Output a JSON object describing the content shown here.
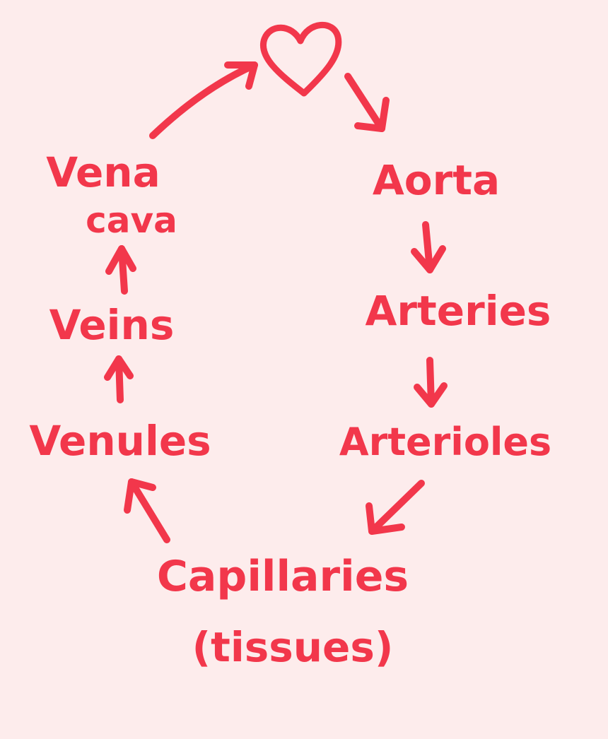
{
  "colors": {
    "background": "#fdecec",
    "ink": "#f2374b"
  },
  "diagram": {
    "type": "cycle",
    "nodes": {
      "heart": {
        "icon": "heart-icon"
      },
      "aorta": "Aorta",
      "arteries": "Arteries",
      "arterioles": "Arterioles",
      "capillaries": {
        "line1": "Capillaries",
        "line2": "(tissues)"
      },
      "venules": "Venules",
      "veins": "Veins",
      "vena_cava": {
        "line1": "Vena",
        "line2": "cava"
      }
    },
    "edges": [
      [
        "heart",
        "aorta"
      ],
      [
        "aorta",
        "arteries"
      ],
      [
        "arteries",
        "arterioles"
      ],
      [
        "arterioles",
        "capillaries"
      ],
      [
        "capillaries",
        "venules"
      ],
      [
        "venules",
        "veins"
      ],
      [
        "veins",
        "vena_cava"
      ],
      [
        "vena_cava",
        "heart"
      ]
    ]
  }
}
